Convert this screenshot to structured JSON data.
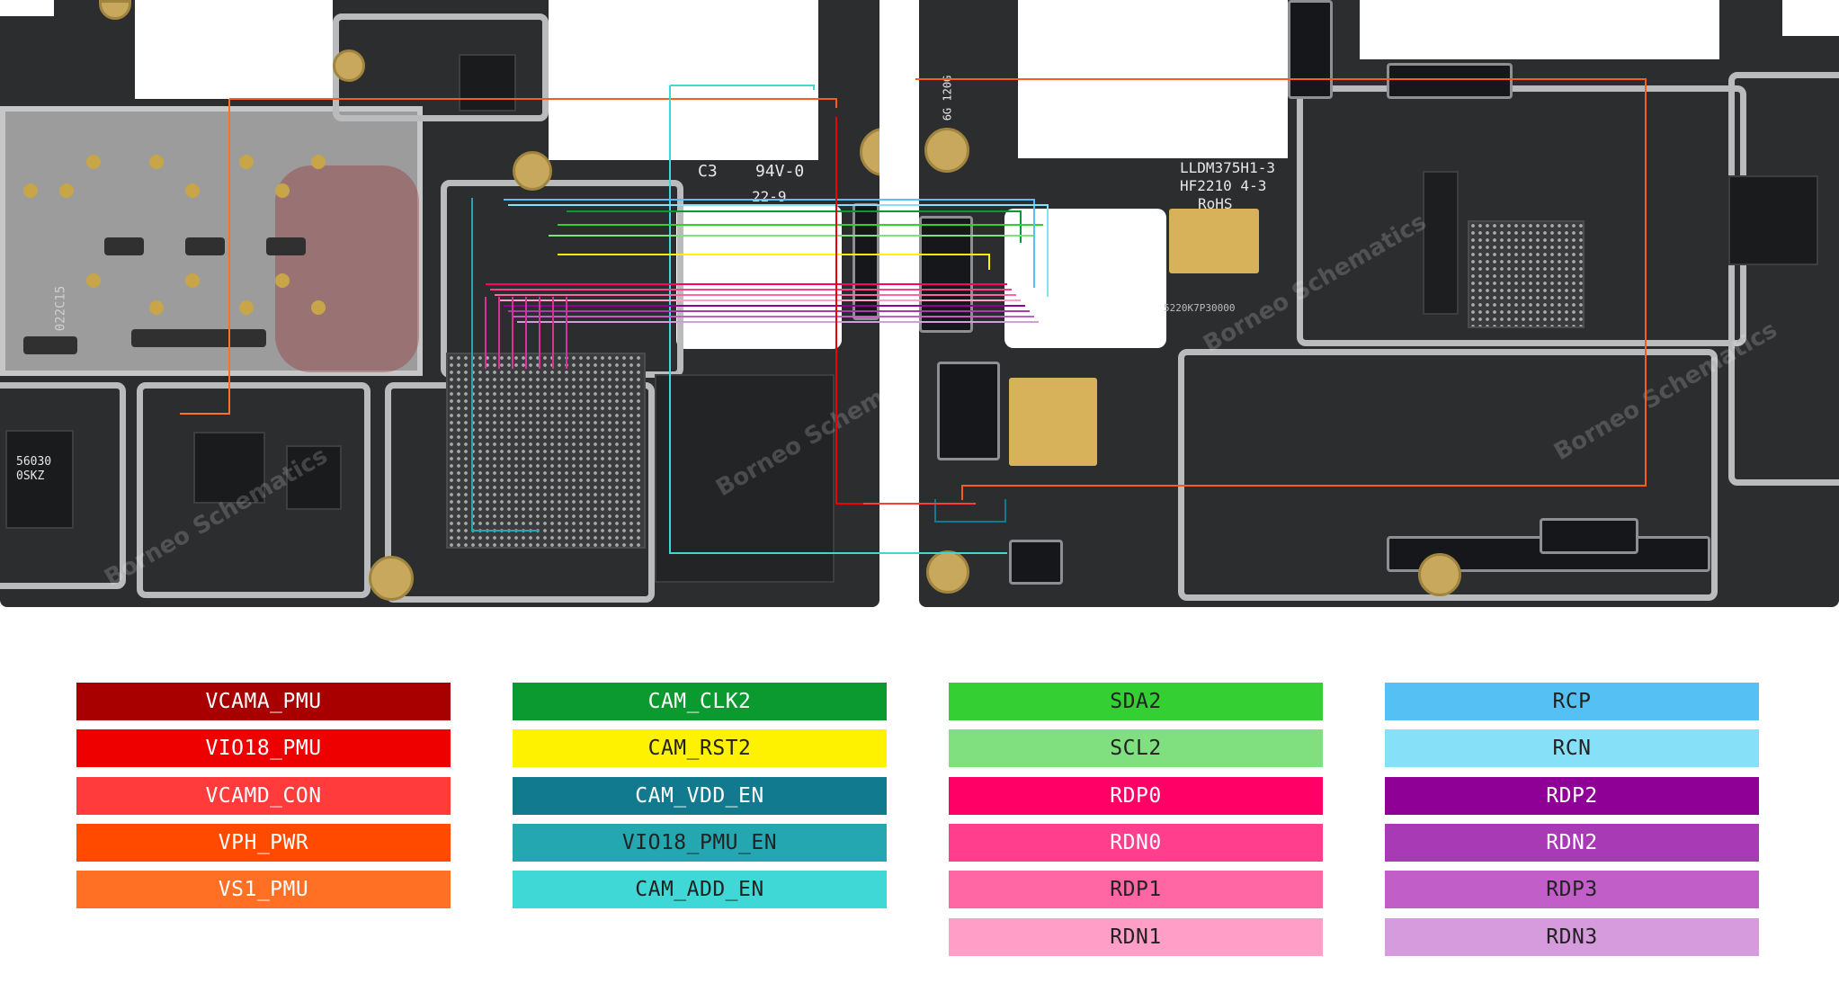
{
  "board": {
    "left_silk": {
      "c3": "C3",
      "rating": "94V-0",
      "date": "22-9"
    },
    "right_silk": {
      "model": "LLDM375H1-3",
      "code": "HF2210 4-3",
      "rohs": "RoHS",
      "small": "5220K7P30000",
      "g120": "6G 120G"
    },
    "chip_label": "56030\n0SKZ",
    "sim_marking": "022C15",
    "watermark": "Borneo Schematics"
  },
  "legend": {
    "columns": [
      {
        "items": [
          {
            "label": "VCAMA_PMU",
            "bg": "#a80000",
            "fg": "#ffffff"
          },
          {
            "label": "VIO18_PMU",
            "bg": "#ee0000",
            "fg": "#ffffff"
          },
          {
            "label": "VCAMD_CON",
            "bg": "#ff3b3b",
            "fg": "#ffffff"
          },
          {
            "label": "VPH_PWR",
            "bg": "#ff4a00",
            "fg": "#ffffff"
          },
          {
            "label": "VS1_PMU",
            "bg": "#ff6f24",
            "fg": "#ffffff"
          }
        ]
      },
      {
        "items": [
          {
            "label": "CAM_CLK2",
            "bg": "#0b9a2f",
            "fg": "#ffffff"
          },
          {
            "label": "CAM_RST2",
            "bg": "#fff200",
            "fg": "#222222"
          },
          {
            "label": "CAM_VDD_EN",
            "bg": "#127a8e",
            "fg": "#ffffff"
          },
          {
            "label": "VIO18_PMU_EN",
            "bg": "#24a7b0",
            "fg": "#222222"
          },
          {
            "label": "CAM_ADD_EN",
            "bg": "#3fd8d6",
            "fg": "#222222"
          }
        ]
      },
      {
        "items": [
          {
            "label": "SDA2",
            "bg": "#33cf33",
            "fg": "#222222"
          },
          {
            "label": "SCL2",
            "bg": "#80e07f",
            "fg": "#222222"
          },
          {
            "label": "RDP0",
            "bg": "#ff0066",
            "fg": "#ffffff"
          },
          {
            "label": "RDN0",
            "bg": "#ff3f8d",
            "fg": "#ffffff"
          },
          {
            "label": "RDP1",
            "bg": "#ff66a3",
            "fg": "#222222"
          },
          {
            "label": "RDN1",
            "bg": "#ff9ec6",
            "fg": "#222222"
          }
        ]
      },
      {
        "items": [
          {
            "label": "RCP",
            "bg": "#55c0f4",
            "fg": "#222222"
          },
          {
            "label": "RCN",
            "bg": "#86e0f7",
            "fg": "#222222"
          },
          {
            "label": "RDP2",
            "bg": "#8f0096",
            "fg": "#ffffff"
          },
          {
            "label": "RDN2",
            "bg": "#a93ab6",
            "fg": "#ffffff"
          },
          {
            "label": "RDP3",
            "bg": "#c25ec8",
            "fg": "#222222"
          },
          {
            "label": "RDN3",
            "bg": "#d69bdc",
            "fg": "#222222"
          }
        ]
      }
    ]
  }
}
